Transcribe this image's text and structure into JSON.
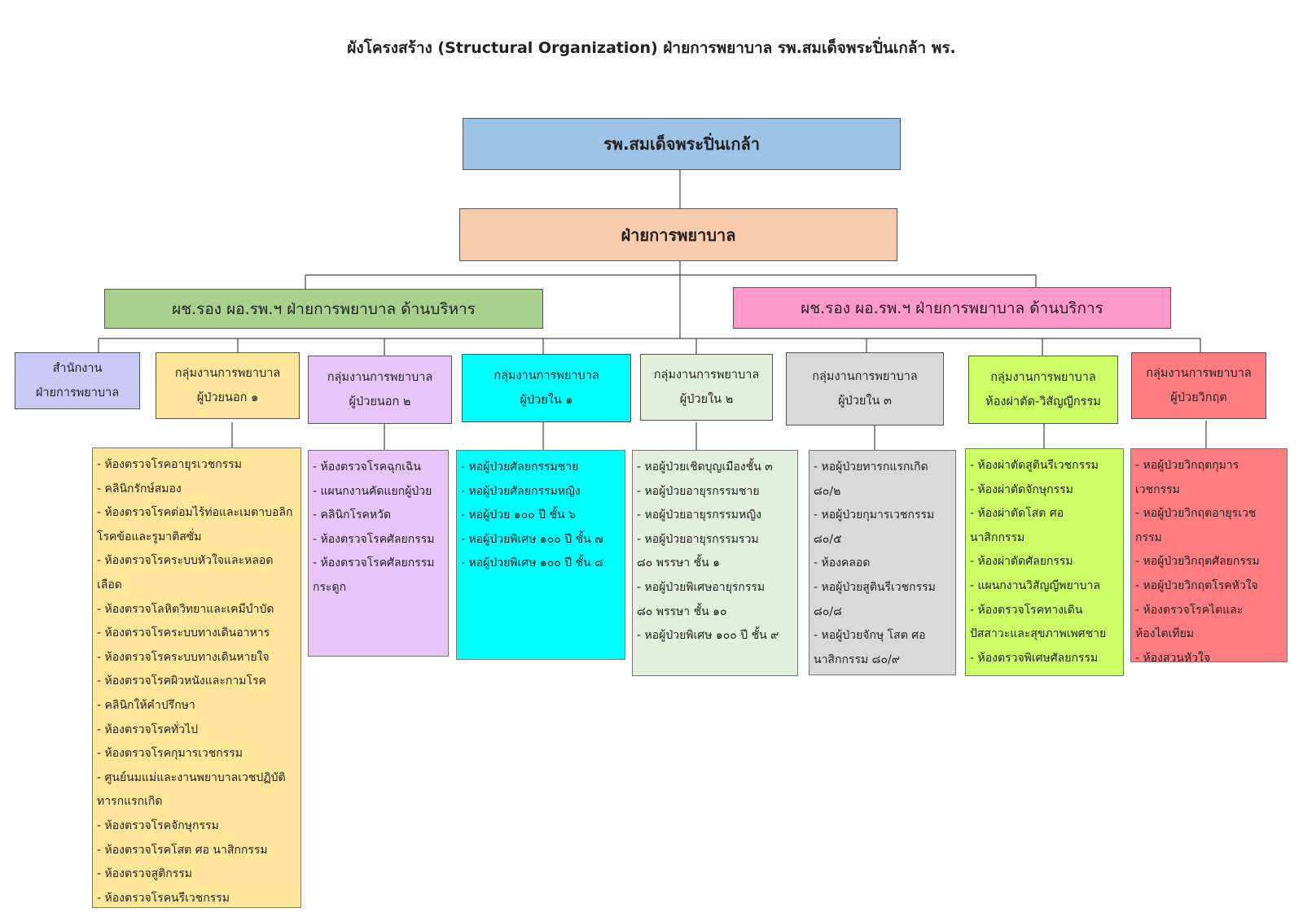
{
  "title": "ผังโครงสร้าง (Structural Organization) ฝ่ายการพยาบาล รพ.สมเด็จพระปิ่นเกล้า พร.",
  "colors": {
    "root": "#9dc3e6",
    "dept": "#f8cbad",
    "admin_deputy": "#a9d18e",
    "service_deputy": "#ff99cc",
    "office": "#c9c9f5",
    "opd1": "#ffe699",
    "opd2": "#e8c5f8",
    "ipd1": "#00ffff",
    "ipd2": "#e2efda",
    "ipd3": "#d9d9d9",
    "or": "#ccff66",
    "icu": "#ff7c80"
  },
  "root": {
    "label": "รพ.สมเด็จพระปิ่นเกล้า"
  },
  "department": {
    "label": "ฝ่ายการพยาบาล"
  },
  "deputies": {
    "admin": {
      "label": "ผช.รอง ผอ.รพ.ฯ ฝ่ายการพยาบาล ด้านบริหาร"
    },
    "service": {
      "label": "ผช.รอง ผอ.รพ.ฯ ฝ่ายการพยาบาล ด้านบริการ"
    }
  },
  "units": {
    "office": {
      "line1": "สำนักงาน",
      "line2": "ฝ่ายการพยาบาล"
    },
    "opd1": {
      "line1": "กลุ่มงานการพยาบาล",
      "line2": "ผู้ป่วยนอก ๑",
      "items": [
        "- ห้องตรวจโรคอายุรเวชกรรม",
        "- คลินิกรักษ์สมอง",
        "- ห้องตรวจโรคต่อมไร้ท่อและเมตาบอลิก",
        "  โรคข้อและรูมาติสซั่ม",
        "- ห้องตรวจโรคระบบหัวใจและหลอดเลือด",
        "- ห้องตรวจโลหิตวิทยาและเคมีบำบัด",
        "- ห้องตรวจโรคระบบทางเดินอาหาร",
        "- ห้องตรวจโรคระบบทางเดินหายใจ",
        "- ห้องตรวจโรคผิวหนังและกามโรค",
        "- คลินิกให้คำปรึกษา",
        "- ห้องตรวจโรคทั่วไป",
        "- ห้องตรวจโรคกุมารเวชกรรม",
        "- ศูนย์นมแม่และงานพยาบาลเวชปฏิบัติ",
        "ทารกแรกเกิด",
        "- ห้องตรวจโรคจักษุกรรม",
        "- ห้องตรวจโรคโสต ศอ นาสิกกรรม",
        "- ห้องตรวจสูติกรรม",
        "- ห้องตรวจโรคนรีเวชกรรม"
      ]
    },
    "opd2": {
      "line1": "กลุ่มงานการพยาบาล",
      "line2": "ผู้ป่วยนอก ๒",
      "items": [
        "- ห้องตรวจโรคฉุกเฉิน",
        "- แผนกงานคัดแยกผู้ป่วย",
        "- คลินิกโรคหวัด",
        "- ห้องตรวจโรคศัลยกรรม",
        "- ห้องตรวจโรคศัลยกรรม",
        " กระดูก"
      ]
    },
    "ipd1": {
      "line1": "กลุ่มงานการพยาบาล",
      "line2": "ผู้ป่วยใน ๑",
      "items": [
        "- หอผู้ป่วยศัลยกรรมชาย",
        "- หอผู้ป่วยศัลยกรรมหญิง",
        "- หอผู้ป่วย ๑๐๐ ปี ชั้น ๖",
        "- หอผู้ป่วยพิเศษ ๑๐๐ ปี ชั้น ๗",
        "- หอผู้ป่วยพิเศษ ๑๐๐ ปี ชั้น ๘"
      ]
    },
    "ipd2": {
      "line1": "กลุ่มงานการพยาบาล",
      "line2": "ผู้ป่วยใน ๒",
      "items": [
        "- หอผู้ป่วยเชิดบุญเมืองชั้น ๓",
        "- หอผู้ป่วยอายุรกรรมชาย",
        "- หอผู้ป่วยอายุรกรรมหญิง",
        "- หอผู้ป่วยอายุรกรรมรวม",
        "  ๘๐ พรรษา ชั้น ๑",
        "- หอผู้ป่วยพิเศษอายุรกรรม",
        "  ๘๐ พรรษา ชั้น ๑๐",
        "- หอผู้ป่วยพิเศษ ๑๐๐ ปี ชั้น ๙"
      ]
    },
    "ipd3": {
      "line1": "กลุ่มงานการพยาบาล",
      "line2": "ผู้ป่วยใน ๓",
      "items": [
        "- หอผู้ป่วยทารกแรกเกิด",
        "๘๐/๒",
        "- หอผู้ป่วยกุมารเวชกรรม",
        "๘๐/๕",
        "- ห้องคลอด",
        "- หอผู้ป่วยสูตินรีเวชกรรม",
        "๘๐/๘",
        "- หอผู้ป่วยจักษุ โสต ศอ",
        "นาสิกกรรม ๘๐/๙"
      ]
    },
    "or": {
      "line1": "กลุ่มงานการพยาบาล",
      "line2": "ห้องผ่าตัด-วิสัญญีกรรม",
      "items": [
        "- ห้องผ่าตัดสูตินรีเวชกรรม",
        "- ห้องผ่าตัดจักษุกรรม",
        "- ห้องผ่าตัดโสต ศอ",
        "  นาสิกกรรม",
        "- ห้องผ่าตัดศัลยกรรม",
        "- แผนกงานวิสัญญีพยาบาล",
        "- ห้องตรวจโรคทางเดิน",
        "ปัสสาวะและสุขภาพเพศชาย",
        "- ห้องตรวจพิเศษศัลยกรรม"
      ]
    },
    "icu": {
      "line1": "กลุ่มงานการพยาบาล",
      "line2": "ผู้ป่วยวิกฤต",
      "items": [
        "- หอผู้ป่วยวิกฤตกุมารเวชกรรม",
        "- หอผู้ป่วยวิกฤตอายุรเวชกรรม",
        "- หอผู้ป่วยวิกฤตศัลยกรรม",
        "- หอผู้ป่วยวิกฤตโรคหัวใจ",
        "- ห้องตรวจโรคไตและ",
        "  ห้องไตเทียม",
        "- ห้องสวนหัวใจ"
      ]
    }
  }
}
